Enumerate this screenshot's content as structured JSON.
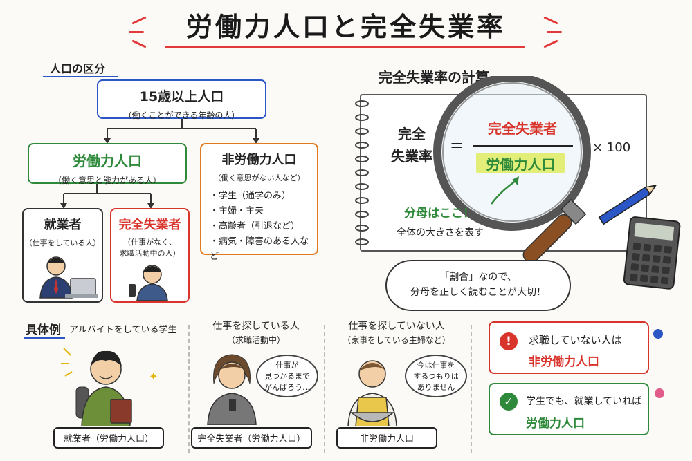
{
  "title": "労働力人口と完全失業率",
  "section_population": "人口の区分",
  "tree": {
    "root": {
      "title": "15歳以上人口",
      "sub": "（働くことができる年齢の人）"
    },
    "labor": {
      "title": "労働力人口",
      "sub": "（働く意思と能力がある人）"
    },
    "non_labor": {
      "title": "非労働力人口",
      "sub": "（働く意思がない人など）",
      "items": [
        "・学生（通学のみ）",
        "・主婦・主夫",
        "・高齢者（引退など）",
        "・病気・障害のある人など"
      ]
    },
    "employed": {
      "title": "就業者",
      "sub": "（仕事をしている人）"
    },
    "unemployed": {
      "title": "完全失業者",
      "sub1": "（仕事がなく、",
      "sub2": "求職活動中の人）"
    }
  },
  "calc": {
    "heading": "完全失業率の計算",
    "lhs1": "完全",
    "lhs2": "失業率",
    "equals": "=",
    "numerator": "完全失業者",
    "denominator": "労働力人口",
    "times": "× 100",
    "note1": "分母はここ！",
    "note2": "全体の大きさを表す",
    "cloud1": "「割合」なので、",
    "cloud2": "分母を正しく読むことが大切！"
  },
  "examples": {
    "label": "具体例",
    "e1": {
      "caption": "アルバイトをしている学生",
      "tag": "就業者（労働力人口）"
    },
    "e2": {
      "caption1": "仕事を探している人",
      "caption2": "（求職活動中）",
      "bubble": [
        "仕事が",
        "見つかるまで",
        "がんばろう…"
      ],
      "tag": "完全失業者（労働力人口）"
    },
    "e3": {
      "caption1": "仕事を探していない人",
      "caption2": "（家事をしている主婦など）",
      "bubble": [
        "今は仕事を",
        "するつもりは",
        "ありません"
      ],
      "tag": "非労働力人口"
    }
  },
  "notes": {
    "n1": {
      "icon": "!",
      "line1": "求職していない人は",
      "line2": "非労働力人口"
    },
    "n2": {
      "icon": "✓",
      "line1": "学生でも、就業していれば",
      "line2": "労働力人口"
    }
  },
  "colors": {
    "blue": "#2a56c6",
    "green": "#2e8a3a",
    "orange": "#e07a1f",
    "red": "#d9342b"
  }
}
